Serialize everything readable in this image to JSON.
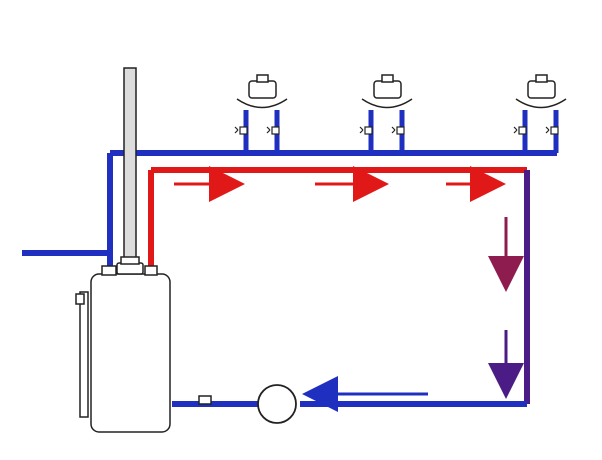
{
  "diagram": {
    "kind": "hot-water-recirculation-schematic",
    "colors": {
      "cold_supply": "#1f2fbf",
      "hot_supply": "#e01818",
      "return_dark": "#4b1b86",
      "return_mid": "#8f1c4f",
      "outline": "#222222",
      "fill": "#ffffff",
      "flue": "#dcdcdc"
    },
    "icons": {
      "heater": "water-heater-icon",
      "pump": "circulation-pump-icon",
      "fixture": "sink-faucet-icon",
      "valve": "valve-icon",
      "arrow": "flow-arrow-icon"
    },
    "flow_direction": [
      "right",
      "right",
      "right",
      "down",
      "down",
      "left"
    ]
  }
}
